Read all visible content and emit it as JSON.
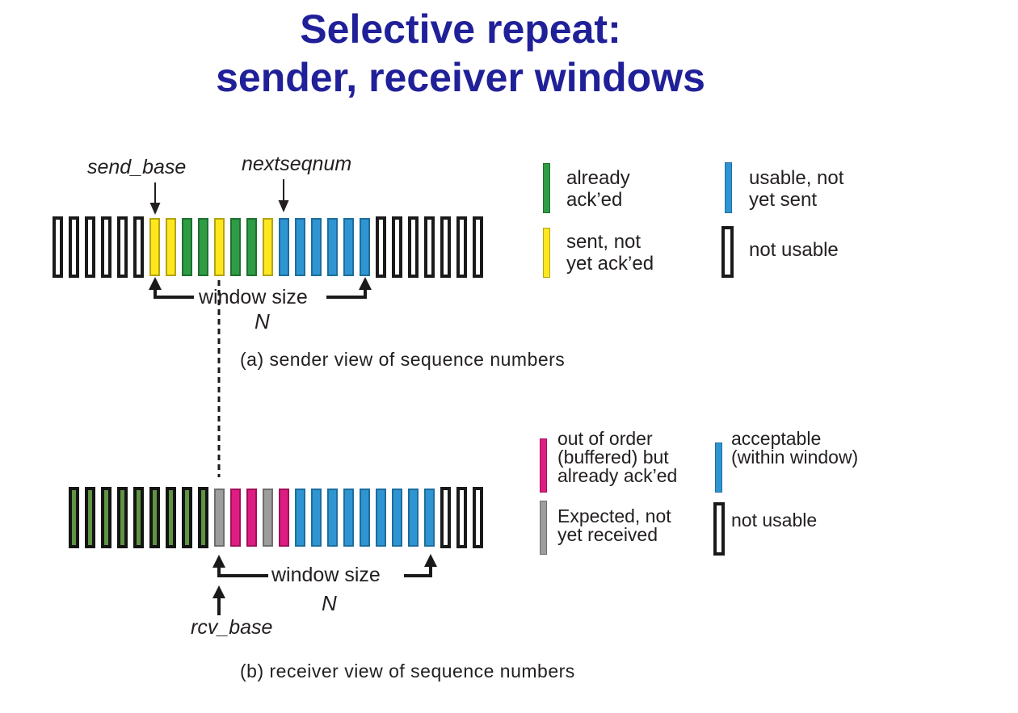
{
  "title": {
    "line1": "Selective repeat:",
    "line2": "sender, receiver windows"
  },
  "colors": {
    "title_navy": "#202099",
    "ink": "#231F20",
    "sender_green": "#2E9B45",
    "yellow": "#FFE71F",
    "blue": "#2E95D2",
    "magenta": "#DE1D83",
    "gray": "#9D9D9D",
    "receiver_green": "#5E9442",
    "outline_black": "#1A1A1A"
  },
  "box_styles": {
    "notusable": {
      "fill": "#FFFFFF",
      "border": "#1A1A1A",
      "thick": true
    },
    "acked": {
      "fill": "#2E9B45",
      "border": "#20702F",
      "thick": false
    },
    "sent": {
      "fill": "#FFE71F",
      "border": "#B3A414",
      "thick": false
    },
    "usable": {
      "fill": "#2E95D2",
      "border": "#1E6D9C",
      "thick": false
    },
    "received": {
      "fill": "#5E9442",
      "border": "#141414",
      "thick": true
    },
    "expected": {
      "fill": "#9D9D9D",
      "border": "#6E6E6E",
      "thick": false
    },
    "buffered": {
      "fill": "#DE1D83",
      "border": "#A01058",
      "thick": false
    },
    "acceptable": {
      "fill": "#2E95D2",
      "border": "#1E6D9C",
      "thick": false
    }
  },
  "sender": {
    "send_base_label": "send_base",
    "nextseqnum_label": "nextseqnum",
    "window_size_label": "window size",
    "window_n": "N",
    "caption": "(a) sender view of sequence numbers",
    "boxes": [
      "notusable",
      "notusable",
      "notusable",
      "notusable",
      "notusable",
      "notusable",
      "sent",
      "sent",
      "acked",
      "acked",
      "sent",
      "acked",
      "acked",
      "sent",
      "usable",
      "usable",
      "usable",
      "usable",
      "usable",
      "usable",
      "notusable",
      "notusable",
      "notusable",
      "notusable",
      "notusable",
      "notusable",
      "notusable"
    ],
    "legend": [
      {
        "swatch": "acked",
        "lines": [
          "already",
          "ack’ed"
        ]
      },
      {
        "swatch": "sent",
        "lines": [
          "sent, not",
          "yet ack’ed"
        ]
      },
      {
        "swatch": "usable",
        "lines": [
          "usable, not",
          "yet sent"
        ]
      },
      {
        "swatch": "notusable",
        "lines": [
          "not usable"
        ]
      }
    ]
  },
  "receiver": {
    "rcv_base_label": "rcv_base",
    "window_size_label": "window size",
    "window_n": "N",
    "caption": "(b) receiver view of sequence numbers",
    "boxes": [
      "received",
      "received",
      "received",
      "received",
      "received",
      "received",
      "received",
      "received",
      "received",
      "expected",
      "buffered",
      "buffered",
      "expected",
      "buffered",
      "acceptable",
      "acceptable",
      "acceptable",
      "acceptable",
      "acceptable",
      "acceptable",
      "acceptable",
      "acceptable",
      "acceptable",
      "notusable",
      "notusable",
      "notusable"
    ],
    "legend": [
      {
        "swatch": "buffered",
        "lines": [
          "out of order",
          "(buffered) but",
          "already ack’ed"
        ]
      },
      {
        "swatch": "expected",
        "lines": [
          "Expected, not",
          "yet received"
        ]
      },
      {
        "swatch": "acceptable",
        "lines": [
          "acceptable",
          "(within window)"
        ]
      },
      {
        "swatch": "notusable",
        "lines": [
          "not usable"
        ]
      }
    ]
  }
}
